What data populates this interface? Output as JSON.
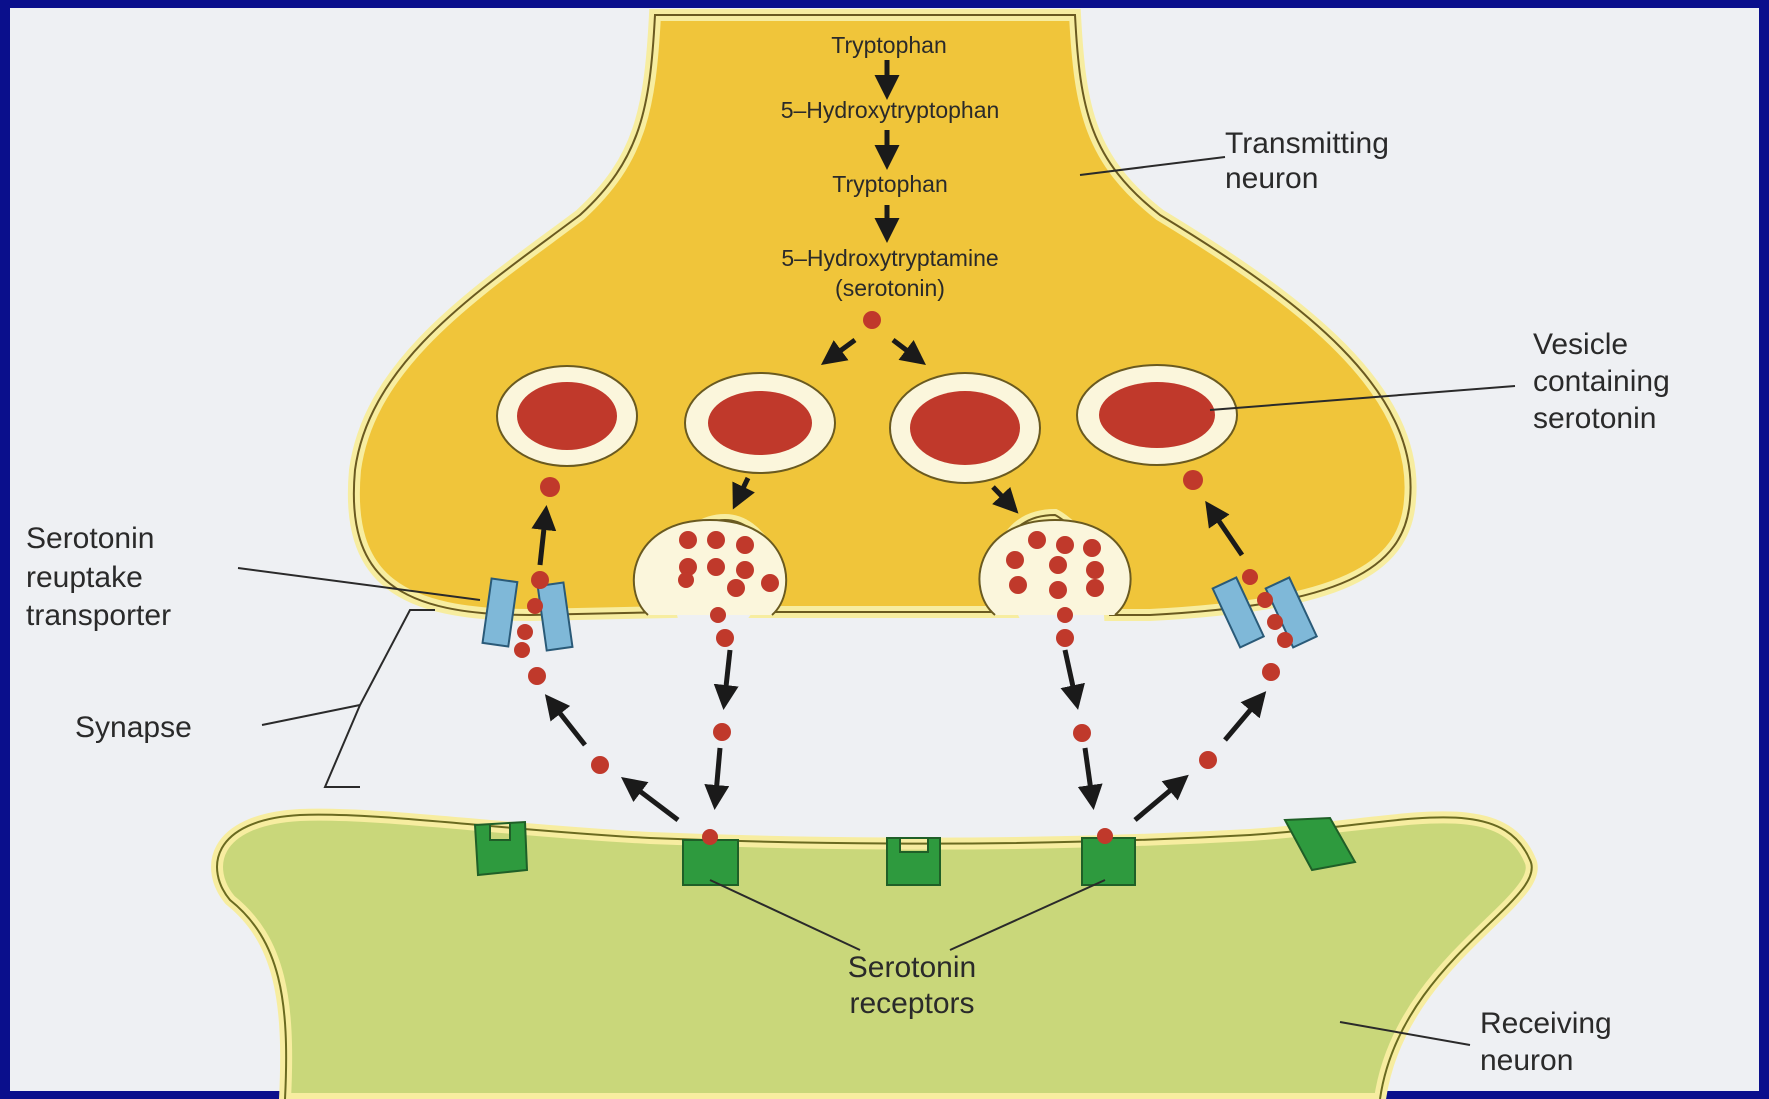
{
  "diagram": {
    "pathway": {
      "step1": "Tryptophan",
      "step2": "5–Hydroxytryptophan",
      "step3": "Tryptophan",
      "step4_line1": "5–Hydroxytryptamine",
      "step4_line2": "(serotonin)"
    },
    "labels": {
      "transmitting_line1": "Transmitting",
      "transmitting_line2": "neuron",
      "vesicle_line1": "Vesicle",
      "vesicle_line2": "containing",
      "vesicle_line3": "serotonin",
      "reuptake_line1": "Serotonin",
      "reuptake_line2": "reuptake",
      "reuptake_line3": "transporter",
      "synapse": "Synapse",
      "receptors_line1": "Serotonin",
      "receptors_line2": "receptors",
      "receiving_line1": "Receiving",
      "receiving_line2": "neuron"
    },
    "colors": {
      "background_frame": "#0a0f8c",
      "canvas": "#eef0f3",
      "transmitting_neuron": "#f0c53a",
      "receiving_neuron": "#c9d77a",
      "membrane": "#f7eda0",
      "serotonin": "#c0392b",
      "transporter": "#7fb8d8",
      "receptor": "#2e9a3e"
    }
  }
}
